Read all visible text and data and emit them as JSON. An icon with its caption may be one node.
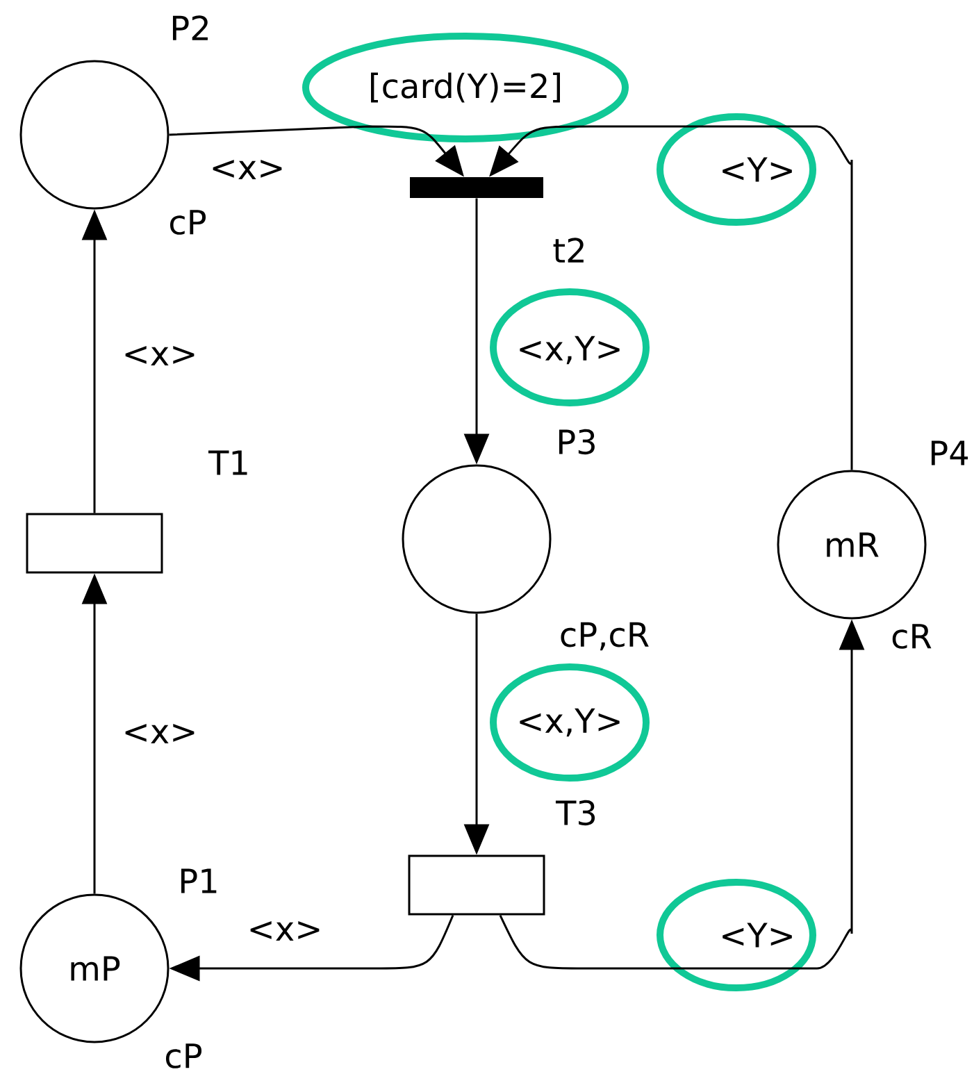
{
  "diagram": {
    "nodes": [
      {
        "text": [],
        "shape": "circle",
        "beside": [
          "P2",
          "cP"
        ]
      },
      {
        "text": [],
        "shape": "bar",
        "beside": [
          "[card(Y)=2]",
          "t2"
        ]
      },
      {
        "text": [],
        "shape": "box",
        "beside": [
          "T1"
        ]
      },
      {
        "text": [],
        "shape": "circle",
        "beside": [
          "P3",
          "cP,cR"
        ]
      },
      {
        "text": [
          "mR"
        ],
        "beside": [
          "P4",
          "cR"
        ]
      },
      {
        "text": [
          "mP"
        ],
        "beside": [
          "P1",
          "cP"
        ]
      },
      {
        "text": [],
        "shape": "box",
        "beside": [
          "T3"
        ]
      }
    ],
    "edges": [
      {
        "from": 0,
        "to": 1,
        "arrow": "to",
        "label": "<x>"
      },
      {
        "from": 4,
        "to": 1,
        "arrow": "to",
        "label": "<Y>"
      },
      {
        "from": 1,
        "to": 3,
        "arrow": "to",
        "label": "<x,Y>"
      },
      {
        "from": 2,
        "to": 0,
        "arrow": "to",
        "label": "<x>"
      },
      {
        "from": 5,
        "to": 2,
        "arrow": "to",
        "label": "<x>"
      },
      {
        "from": 3,
        "to": 6,
        "arrow": "to",
        "label": "<x,Y>"
      },
      {
        "from": 6,
        "to": 5,
        "arrow": "to",
        "label": "<x>"
      },
      {
        "from": 6,
        "to": 4,
        "arrow": "to",
        "label": "<Y>"
      }
    ]
  }
}
